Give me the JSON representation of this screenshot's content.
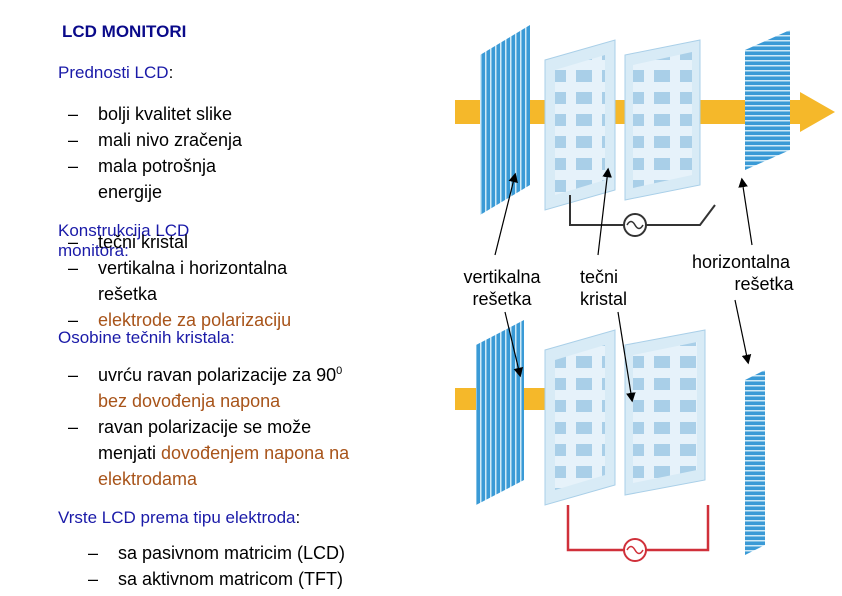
{
  "title": "LCD MONITORI",
  "advantages": {
    "heading": "Prednosti LCD",
    "items": [
      "bolji kvalitet slike",
      "mali nivo zračenja",
      "mala potrošnja",
      "energije"
    ]
  },
  "construction": {
    "heading_line1": "Konstrukcija LCD",
    "heading_line2": "monitora:",
    "items": [
      "tečni kristal",
      "vertikalna i horizontalna",
      "rešetka",
      "elektrode za polarizaciju"
    ]
  },
  "properties": {
    "heading": "Osobine tečnih kristala:",
    "items": [
      {
        "text": "uvrću ravan polarizacije za 90",
        "sup": "0"
      },
      {
        "highlight": "bez  dovođenja napona"
      },
      {
        "text": "ravan polarizacije se može"
      },
      {
        "text": "menjati ",
        "highlight": "dovođenjem napona na"
      },
      {
        "highlight": "elektrodama"
      }
    ]
  },
  "types": {
    "heading": "Vrste LCD prema tipu elektroda",
    "items": [
      "sa pasivnom matricim (LCD)",
      "sa aktivnom matricom (TFT)"
    ]
  },
  "diagram_labels": {
    "vertical_1": "vertikalna",
    "vertical_2": "rešetka",
    "crystal_1": "tečni",
    "crystal_2": "kristal",
    "horizontal_1": "horizontalna",
    "horizontal_2": "rešetka"
  },
  "colors": {
    "title": "#0a0a8a",
    "heading_blue": "#1a1aa8",
    "highlight_brown": "#a8541a",
    "panel_blue": "#3a9ad6",
    "arrow_yellow": "#f5b82a",
    "circuit_red": "#d0303a"
  }
}
